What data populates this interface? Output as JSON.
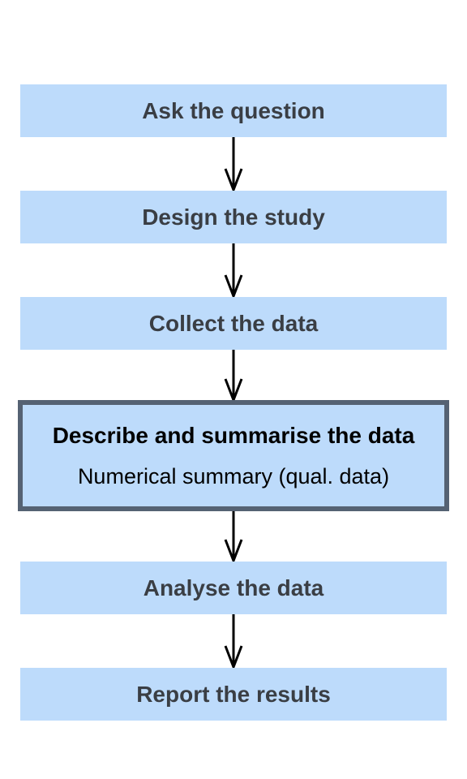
{
  "steps": [
    {
      "label": "Ask the question"
    },
    {
      "label": "Design the study"
    },
    {
      "label": "Collect the data"
    },
    {
      "label": "Describe and summarise the data",
      "sublabel": "Numerical summary (qual. data)",
      "current": true
    },
    {
      "label": "Analyse the data"
    },
    {
      "label": "Report the results"
    }
  ],
  "colors": {
    "box_fill": "#bddbfb",
    "highlight_border": "#556273",
    "text": "#3a3e44",
    "arrow": "#000000"
  }
}
